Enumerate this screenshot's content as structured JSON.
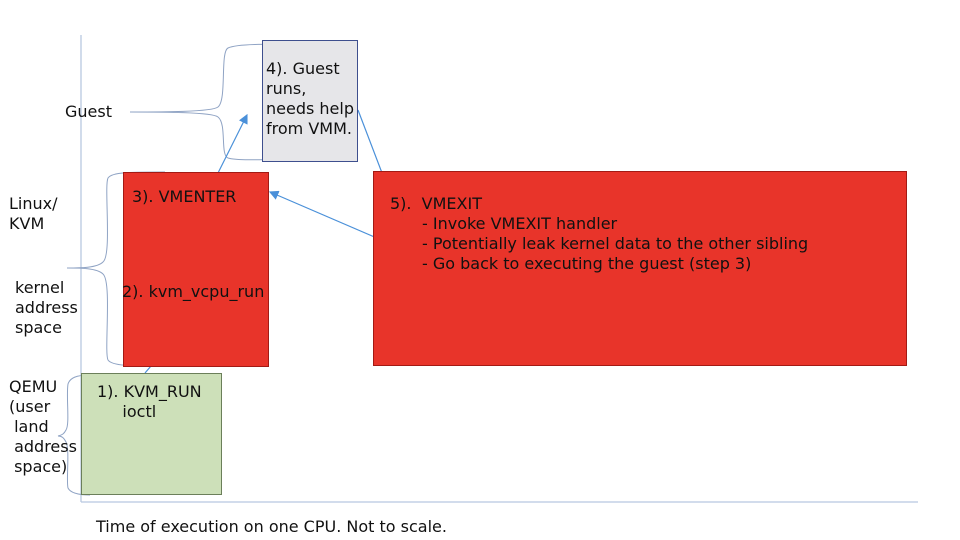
{
  "labels": {
    "guest": "Guest",
    "linux_kvm": "Linux/\nKVM",
    "kernel_address_space": "kernel\naddress\nspace",
    "qemu": "QEMU\n(user\n land\n address\n space)"
  },
  "steps": {
    "step1": "1). KVM_RUN\n     ioctl",
    "step2": "2). kvm_vcpu_run",
    "step3": "3). VMENTER",
    "step4": "4). Guest\nruns,\nneeds help\nfrom VMM.",
    "step5_title": "5).  VMEXIT",
    "step5_items": [
      "- Invoke VMEXIT handler",
      "- Potentially leak kernel data to the other sibling",
      "- Go back to executing the guest (step 3)"
    ]
  },
  "footer": "Time of execution on one CPU. Not to scale.",
  "colors": {
    "red": "#e8342a",
    "green": "#cde0b9",
    "grey": "#e6e6e9",
    "arrow": "#4a90d9",
    "axis": "#b8c8e0",
    "brace": "#8fa3c4"
  }
}
